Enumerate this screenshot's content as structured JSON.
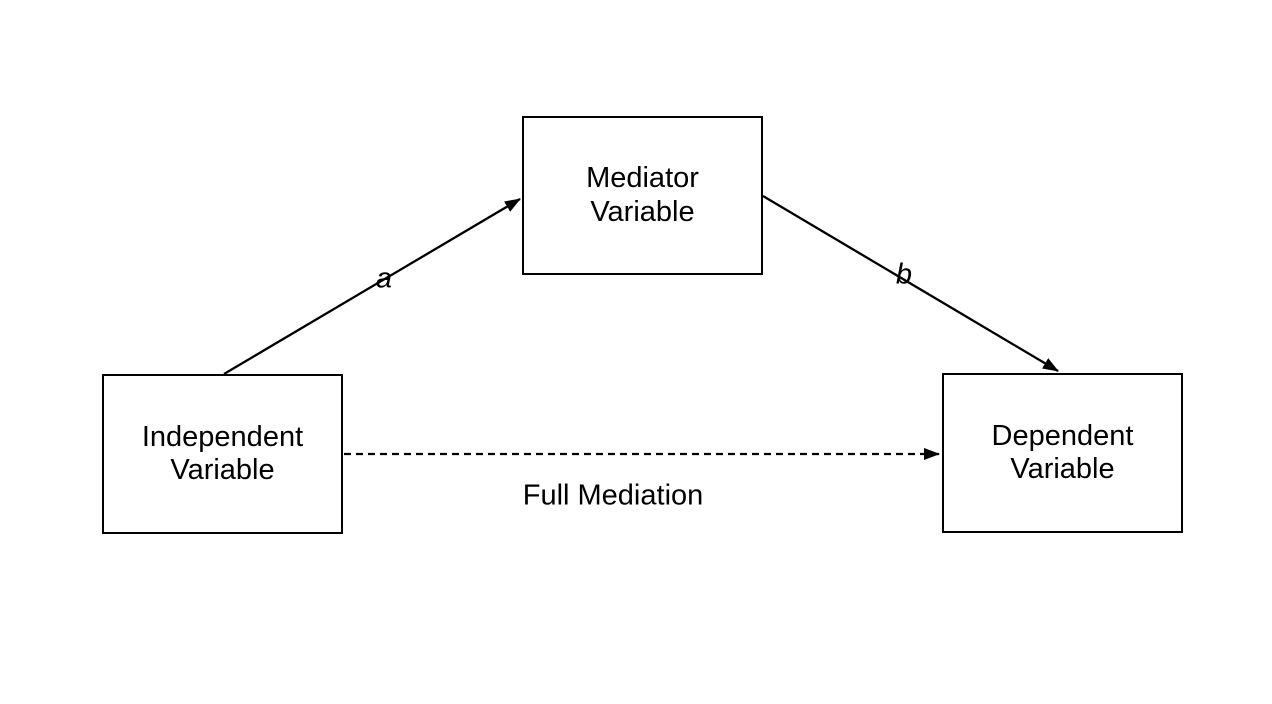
{
  "diagram": {
    "nodes": [
      {
        "id": "independent-variable",
        "lines": [
          "Independent",
          "Variable"
        ]
      },
      {
        "id": "mediator-variable",
        "lines": [
          "Mediator",
          "Variable"
        ]
      },
      {
        "id": "dependent-variable",
        "lines": [
          "Dependent",
          "Variable"
        ]
      }
    ],
    "edges": [
      {
        "id": "a-path",
        "label": "a",
        "style": "solid",
        "from": "independent-variable",
        "to": "mediator-variable"
      },
      {
        "id": "b-path",
        "label": "b",
        "style": "solid",
        "from": "mediator-variable",
        "to": "dependent-variable"
      },
      {
        "id": "direct-path",
        "label": "Full Mediation",
        "style": "dashed",
        "from": "independent-variable",
        "to": "dependent-variable"
      }
    ],
    "colors": {
      "stroke": "#000000",
      "node_fill": "#ffffff",
      "background": "#ffffff"
    }
  }
}
